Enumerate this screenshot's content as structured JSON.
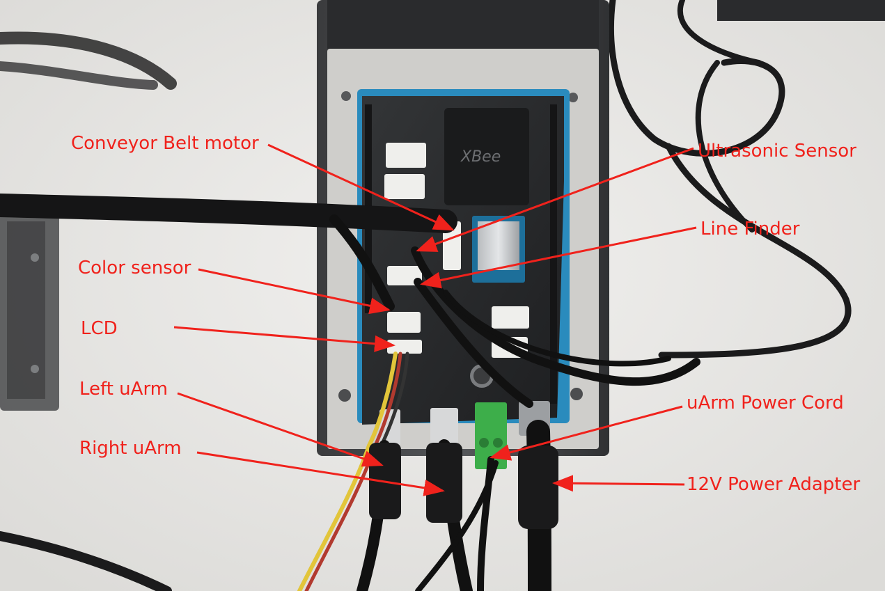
{
  "labels": {
    "conveyor_belt_motor": "Conveyor Belt motor",
    "ultrasonic_sensor": "Ultrasonic Sensor",
    "line_finder": "Line Finder",
    "color_sensor": "Color sensor",
    "lcd": "LCD",
    "left_uarm": "Left uArm",
    "right_uarm": "Right uArm",
    "uarm_power_cord": "uArm Power Cord",
    "power_adapter_12v": "12V Power Adapter"
  },
  "board_silkscreen": "XBee",
  "colors": {
    "annotation": "#f0221c",
    "background": "#e9e8e6",
    "board": "#2a2b2c",
    "enclosure": "#c9c8c5",
    "cable": "#111111",
    "terminal_block": "#3dae4a"
  }
}
